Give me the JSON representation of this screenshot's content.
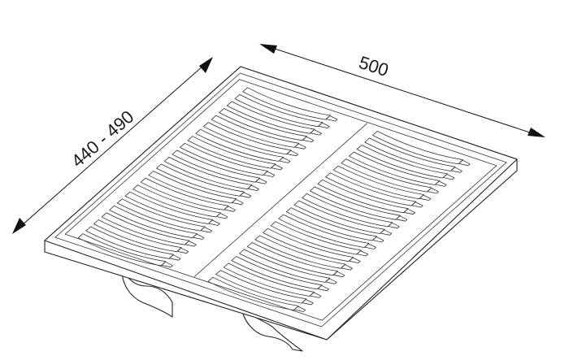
{
  "dimensions": {
    "width_label": "500",
    "depth_label": "440 - 490"
  },
  "tray": {
    "slots_per_row": 22,
    "rows": 2
  }
}
